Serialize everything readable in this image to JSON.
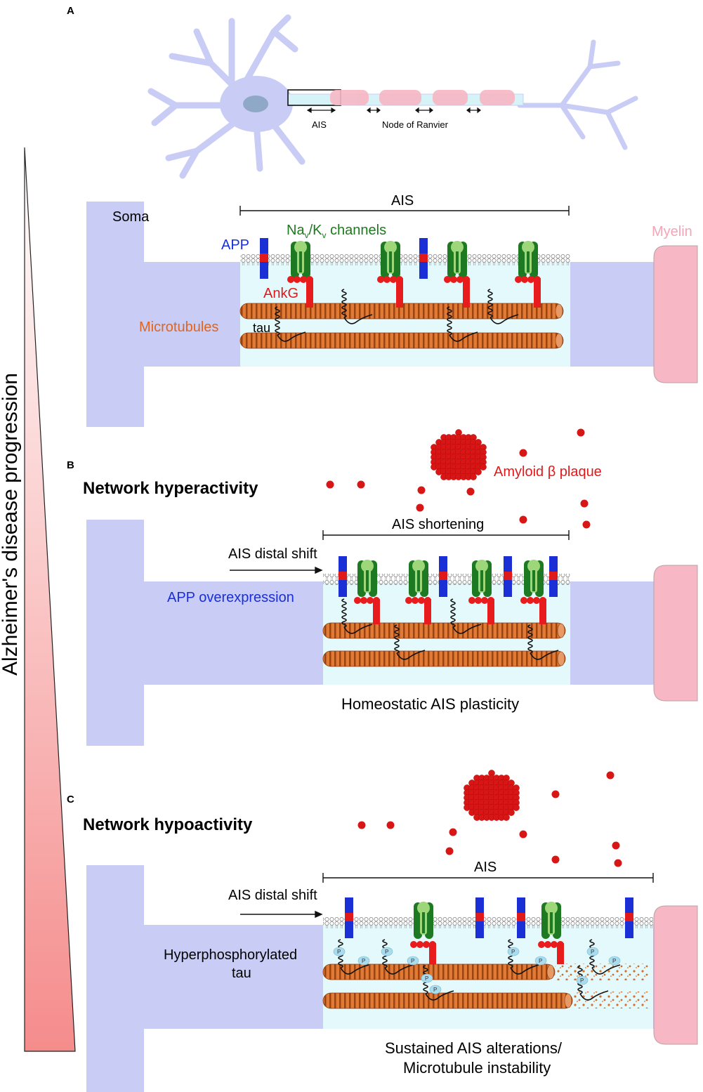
{
  "colors": {
    "neuron": "#c9cdf5",
    "axon_light": "#d6f3f7",
    "ais_fill": "#e3f9fb",
    "myelin": "#f7b7c4",
    "myelin_stroke": "#c0a0a8",
    "app_blue": "#1a2fd6",
    "app_red": "#e01a1a",
    "channel_dark": "#1e7a22",
    "channel_light": "#9ed67a",
    "ankg_red": "#e81c1c",
    "microtubule": "#d96f2a",
    "microtubule_dark": "#8a3a10",
    "amyloid": "#d81616",
    "phospho": "#a9dcef",
    "label_green": "#1c7a1c",
    "label_blue": "#1a2fd6",
    "label_red": "#e01a1a",
    "label_orange": "#e0641e",
    "label_pink": "#f2a6b6",
    "triangle_top": "#ffffff",
    "triangle_bottom": "#f58c8c"
  },
  "panel_a": {
    "letter": "A",
    "ais_small_label": "AIS",
    "node_label": "Node of Ranvier",
    "soma_label": "Soma",
    "ais_label": "AIS",
    "channels_label_prefix": "Na",
    "channels_label_sub1": "v",
    "channels_label_mid": "/K",
    "channels_label_sub2": "v",
    "channels_label_suffix": " channels",
    "app_label": "APP",
    "ankg_label": "AnkG",
    "microtubules_label": "Microtubules",
    "tau_label": "tau",
    "myelin_label": "Myelin"
  },
  "panel_b": {
    "letter": "B",
    "title": "Network hyperactivity",
    "amyloid_label": "Amyloid β plaque",
    "ais_label": "AIS shortening",
    "shift_label": "AIS distal shift",
    "app_label": "APP overexpression",
    "caption": "Homeostatic AIS plasticity"
  },
  "panel_c": {
    "letter": "C",
    "title": "Network hypoactivity",
    "ais_label": "AIS",
    "shift_label": "AIS distal shift",
    "tau_label_1": "Hyperphosphorylated",
    "tau_label_2": "tau",
    "phospho_symbol": "P",
    "caption_1": "Sustained AIS alterations/",
    "caption_2": "Microtubule instability"
  },
  "progression_label": "Alzheimer's disease progression"
}
